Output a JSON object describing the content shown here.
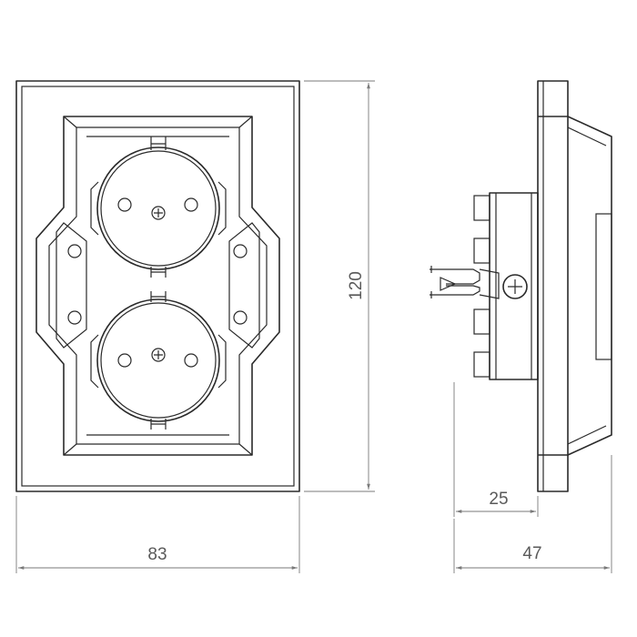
{
  "dimensions": {
    "width": "83",
    "height": "120",
    "depth_mechanism": "25",
    "depth_total": "47"
  },
  "colors": {
    "line": "#2a2a2a",
    "dimension_line": "#7a7a7a",
    "dimension_text": "#5a5a5a",
    "background": "#ffffff"
  },
  "icons": {
    "screw": "screw-head-icon",
    "pin_hole": "pin-hole-icon"
  }
}
